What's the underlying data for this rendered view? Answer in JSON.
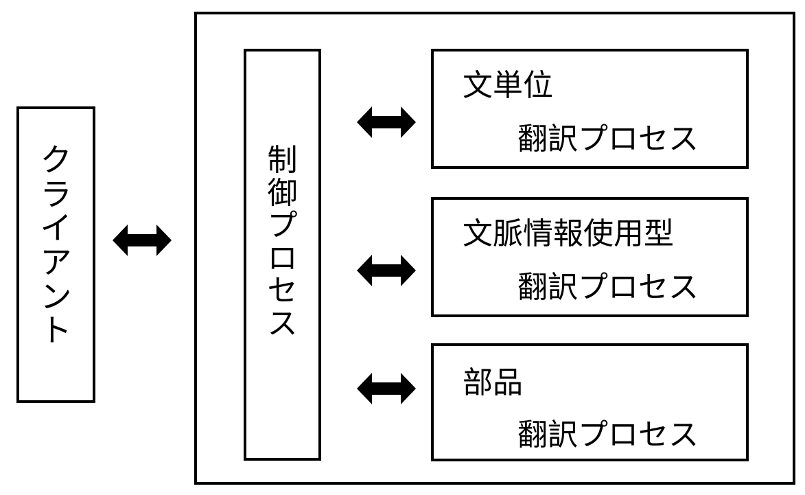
{
  "diagram": {
    "client": {
      "label": "クライアント"
    },
    "server": {
      "control": {
        "label": "制御プロセス"
      },
      "processes": [
        {
          "line1": "文単位",
          "line2": "翻訳プロセス"
        },
        {
          "line1": "文脈情報使用型",
          "line2": "翻訳プロセス"
        },
        {
          "line1": "部品",
          "line2": "翻訳プロセス"
        }
      ]
    },
    "connectors": [
      {
        "from": "client",
        "to": "server",
        "type": "bidirectional-arrow"
      },
      {
        "from": "control",
        "to": "process-0",
        "type": "bidirectional-arrow"
      },
      {
        "from": "control",
        "to": "process-1",
        "type": "bidirectional-arrow"
      },
      {
        "from": "control",
        "to": "process-2",
        "type": "bidirectional-arrow"
      }
    ]
  }
}
